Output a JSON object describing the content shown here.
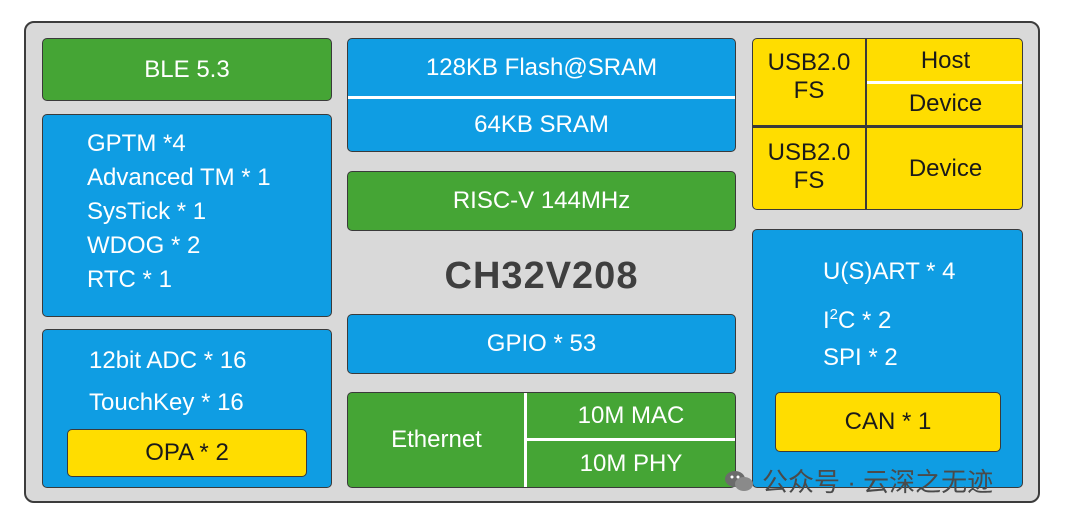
{
  "chip_name": "CH32V208",
  "ble": "BLE 5.3",
  "timers": [
    "GPTM *4",
    "Advanced TM * 1",
    "SysTick  * 1",
    "WDOG * 2",
    "RTC * 1"
  ],
  "adc": {
    "lines": [
      "12bit ADC * 16",
      "TouchKey * 16"
    ],
    "opa": "OPA * 2"
  },
  "memory": {
    "flash": "128KB Flash@SRAM",
    "sram": "64KB SRAM"
  },
  "core": "RISC-V  144MHz",
  "gpio": "GPIO * 53",
  "ethernet": {
    "label": "Ethernet",
    "mac": "10M  MAC",
    "phy": "10M  PHY"
  },
  "usb1": {
    "label_line1": "USB2.0",
    "label_line2": "FS",
    "host": "Host",
    "device": "Device"
  },
  "usb2": {
    "label_line1": "USB2.0",
    "label_line2": "FS",
    "device": "Device"
  },
  "comm": {
    "usart": "U(S)ART * 4",
    "i2c_prefix": "I",
    "i2c_sup": "2",
    "i2c_suffix": "C * 2",
    "spi": "SPI * 2",
    "can": "CAN * 1"
  },
  "watermark": "公众号 · 云深之无迹",
  "colors": {
    "green": "#45a535",
    "blue": "#0f9de3",
    "yellow": "#ffdd00",
    "frame": "#d9d9d9"
  }
}
